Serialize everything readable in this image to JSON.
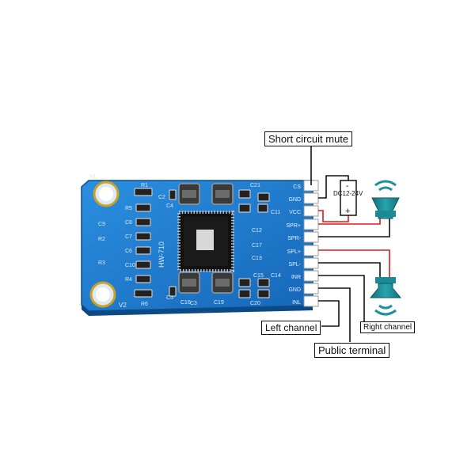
{
  "board": {
    "model": "HW-710",
    "corner_marks": [
      "V1",
      "V2"
    ],
    "components": [
      "R1",
      "R5",
      "R6",
      "C9",
      "C8",
      "C7",
      "C6",
      "C5",
      "C4",
      "C3",
      "C2",
      "C10",
      "C11",
      "C12",
      "C13",
      "C14",
      "C15",
      "C16",
      "C17",
      "C19",
      "C20",
      "C21",
      "R2",
      "R3",
      "R4"
    ],
    "pins": [
      "CS",
      "GND",
      "VCC",
      "SPR+",
      "SPR-",
      "SPL+",
      "SPL-",
      "INR",
      "GND",
      "INL"
    ]
  },
  "labels": {
    "short_circuit_mute": "Short circuit mute",
    "left_channel": "Left channel",
    "public_terminal": "Public terminal",
    "right_channel": "Right channel"
  },
  "power_supply": {
    "label": "DC12-24V",
    "minus": "-",
    "plus": "+"
  },
  "colors": {
    "pcb": "#1c7fd0",
    "speaker": "#1f8f9a",
    "wire_red": "#e01818",
    "wire_black": "#111111"
  }
}
